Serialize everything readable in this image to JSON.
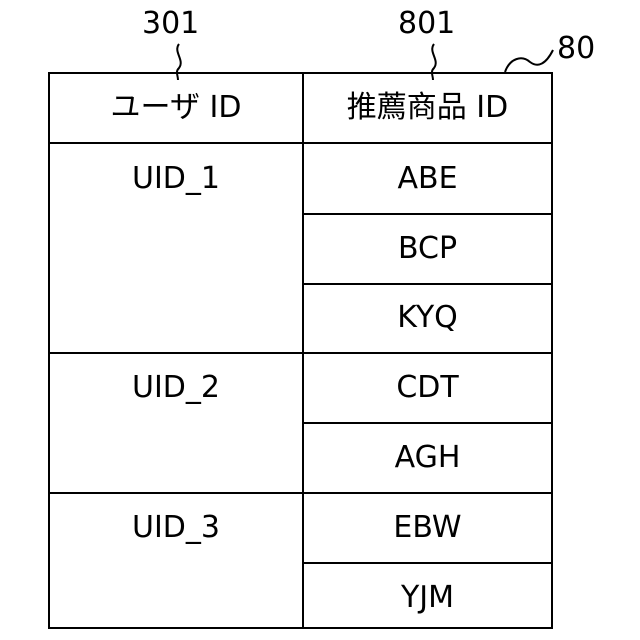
{
  "labels": {
    "table_ref": "80",
    "user_column_ref": "301",
    "product_column_ref": "801"
  },
  "table": {
    "headers": [
      "ユーザ ID",
      "推薦商品 ID"
    ],
    "groups": [
      {
        "user_id": "UID_1",
        "products": [
          "ABE",
          "BCP",
          "KYQ"
        ]
      },
      {
        "user_id": "UID_2",
        "products": [
          "CDT",
          "AGH"
        ]
      },
      {
        "user_id": "UID_3",
        "products": [
          "EBW",
          "YJM"
        ]
      }
    ]
  }
}
